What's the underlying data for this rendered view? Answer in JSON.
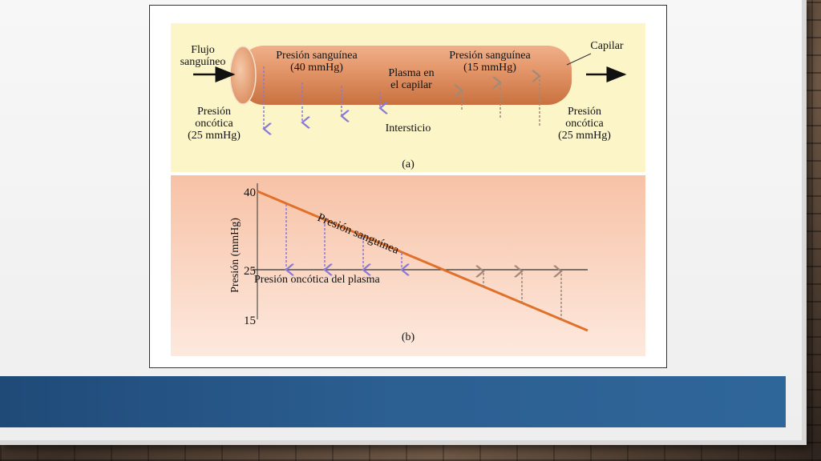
{
  "panel_a": {
    "flujo_line1": "Flujo",
    "flujo_line2": "sanguíneo",
    "presion_left_line1": "Presión sanguínea",
    "presion_left_line2": "(40 mmHg)",
    "plasma_line1": "Plasma en",
    "plasma_line2": "el capilar",
    "presion_right_line1": "Presión sanguínea",
    "presion_right_line2": "(15 mmHg)",
    "capilar": "Capilar",
    "onc_left_line1": "Presión",
    "onc_left_line2": "oncótica",
    "onc_left_line3": "(25 mmHg)",
    "intersticio": "Intersticio",
    "onc_right_line1": "Presión",
    "onc_right_line2": "oncótica",
    "onc_right_line3": "(25 mmHg)",
    "caption": "(a)"
  },
  "panel_b": {
    "ylabel": "Presión (mmHg)",
    "tick_40": "40",
    "tick_25": "25",
    "tick_15": "15",
    "line_label": "Presión sanguínea",
    "hline_label": "Presión oncótica del plasma",
    "caption": "(b)"
  },
  "colors": {
    "panel_a_bg": "#fbf5c8",
    "panel_b_bg": "#f9c9b0",
    "capillary": "#d98a5c",
    "blood_line": "#e0702a",
    "arrow_purple": "#8a7ad6",
    "arrow_brown": "#a08a78",
    "band": "#2c5f92"
  }
}
